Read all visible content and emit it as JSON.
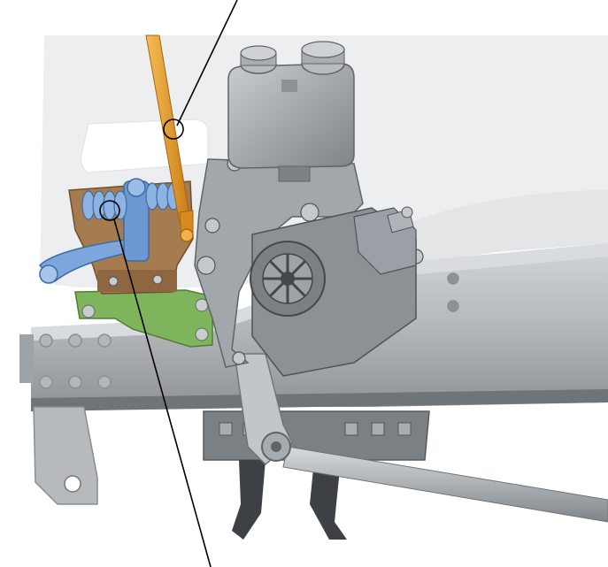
{
  "figure": {
    "callouts": [
      {
        "id": "upper-callout",
        "target": "orange-linkage-rod"
      },
      {
        "id": "lower-callout",
        "target": "blue-spring-assembly"
      }
    ],
    "colors": {
      "background": "#ffffff",
      "cab_panel": "#eceeef",
      "frame_rail": "#b9bdc0",
      "frame_dark": "#7d8286",
      "steering_gear": "#8c9196",
      "reservoir": "#a9adb1",
      "orange_rod": "#e79a2b",
      "blue_spring": "#7da7dc",
      "bronze_bracket": "#a57c4f",
      "green_bracket": "#7eb45c",
      "leader_line": "#000000"
    }
  }
}
